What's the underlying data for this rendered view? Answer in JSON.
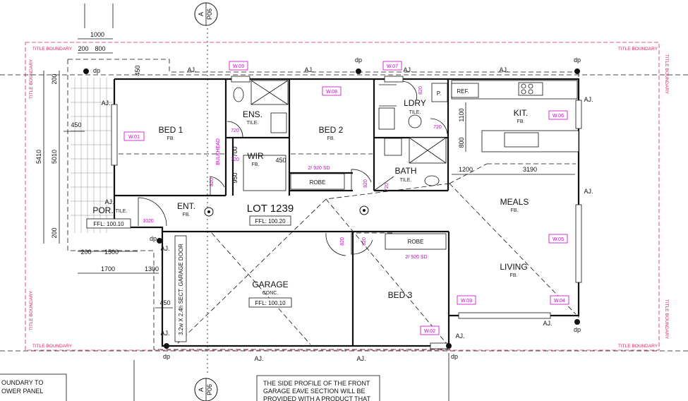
{
  "title_boundary": "TITLE BOUNDARY",
  "lot": {
    "name": "LOT 1239",
    "ffl": "FFL: 100.20"
  },
  "section_marker": {
    "letter": "A",
    "ref": "P06"
  },
  "rooms": {
    "bed1": {
      "name": "BED 1",
      "floor": "FB."
    },
    "bed2": {
      "name": "BED 2",
      "floor": "FB."
    },
    "bed3": {
      "name": "BED 3",
      "floor": ""
    },
    "ens": {
      "name": "ENS.",
      "floor": "TILE."
    },
    "wir": {
      "name": "WIR",
      "floor": "FB."
    },
    "ldry": {
      "name": "LDRY",
      "floor": "TILE."
    },
    "bath": {
      "name": "BATH",
      "floor": "TILE."
    },
    "kit": {
      "name": "KIT.",
      "floor": "FB."
    },
    "meals": {
      "name": "MEALS",
      "floor": "FB."
    },
    "living": {
      "name": "LIVING",
      "floor": "FB."
    },
    "ent": {
      "name": "ENT.",
      "floor": "FB."
    },
    "por": {
      "name": "POR.",
      "floor": "TILE.",
      "ffl": "FFL: 100.10"
    },
    "garage": {
      "name": "GARAGE",
      "floor": "CONC.",
      "ffl": "FFL: 100.10"
    }
  },
  "windows": [
    "W.01",
    "W.02",
    "W.03",
    "W.04",
    "W.05",
    "W.06",
    "W.07",
    "W.08",
    "W.09"
  ],
  "fixtures": {
    "robe": "ROBE",
    "ref": "REF.",
    "pantry": "P.",
    "bulkhead": "BULKHEAD",
    "garage_door": "3.2w X 2.4h SECT. GARAGE DOOR"
  },
  "sliding_doors": [
    "2/ 920 SD",
    "2/ 920 SD"
  ],
  "door_sizes": [
    "720",
    "720",
    "720",
    "720",
    "820",
    "820",
    "820",
    "820",
    "820",
    "1020"
  ],
  "markers": {
    "aj": "AJ.",
    "dp": "dp"
  },
  "dims": {
    "top": [
      "1000",
      "200",
      "800"
    ],
    "left": [
      "5410",
      "5010",
      "200",
      "200"
    ],
    "porch": [
      "450",
      "1500",
      "200",
      "1700",
      "1300"
    ],
    "garage": [
      "450"
    ],
    "internal": [
      "450",
      "700",
      "950",
      "450"
    ],
    "kitchen": [
      "1100",
      "800",
      "1200",
      "3190"
    ]
  },
  "notes": {
    "left": [
      "OUNDARY TO",
      "OWER PANEL"
    ],
    "right": [
      "THE SIDE PROFILE OF THE FRONT",
      "GARAGE EAVE SECTION WILL BE",
      "PROVIDED WITH A PRODUCT THAT"
    ]
  }
}
